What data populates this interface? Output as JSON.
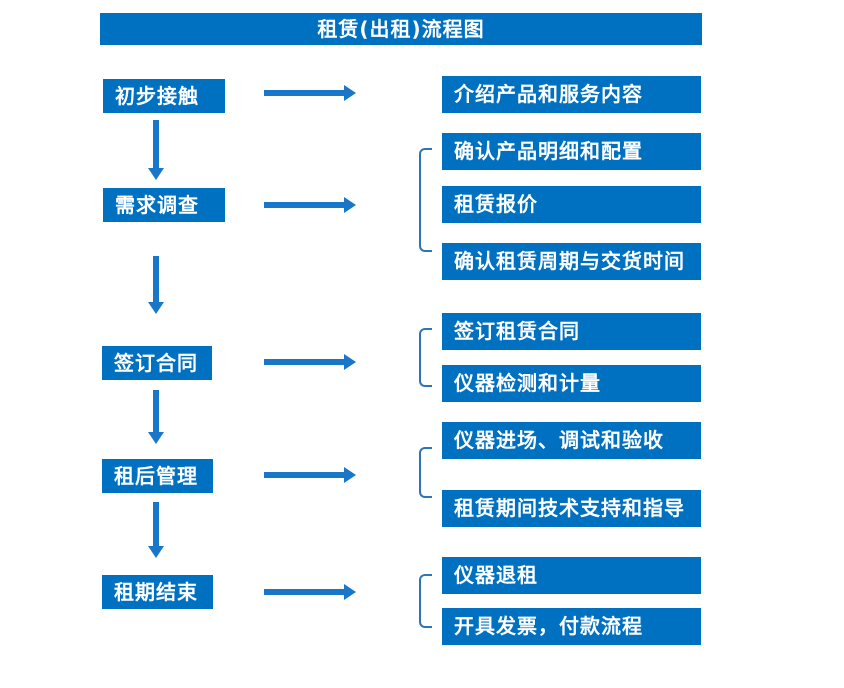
{
  "title": "租赁(出租)流程图",
  "colors": {
    "box_fill": "#0070C0",
    "arrow": "#1976C8",
    "bracket": "#2E75B6",
    "text": "#FFFFFF",
    "background": "#FFFFFF"
  },
  "steps": [
    {
      "label": "初步接触",
      "details": [
        "介绍产品和服务内容"
      ]
    },
    {
      "label": "需求调查",
      "details": [
        "确认产品明细和配置",
        "租赁报价",
        "确认租赁周期与交货时间"
      ]
    },
    {
      "label": "签订合同",
      "details": [
        "签订租赁合同",
        "仪器检测和计量"
      ]
    },
    {
      "label": "租后管理",
      "details": [
        "仪器进场、调试和验收",
        "租赁期间技术支持和指导"
      ]
    },
    {
      "label": "租期结束",
      "details": [
        "仪器退租",
        "开具发票，付款流程"
      ]
    }
  ]
}
